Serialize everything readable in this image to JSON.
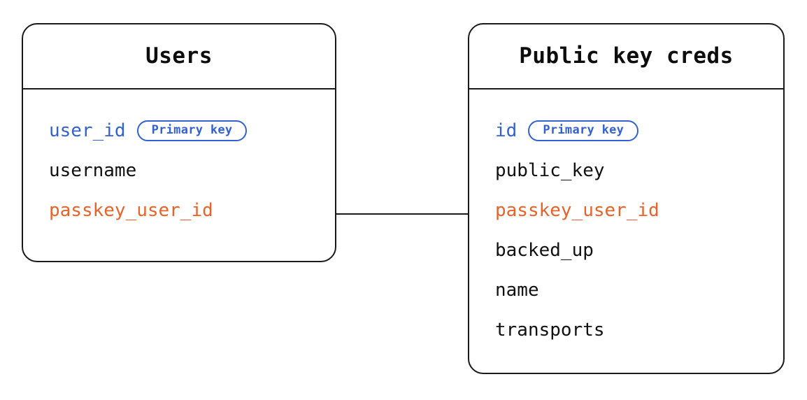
{
  "diagram": {
    "type": "entity-relationship",
    "background_color": "#ffffff",
    "colors": {
      "primary_key": "#3361d1",
      "foreign_key": "#e8632a",
      "text": "#111111",
      "border": "#1a1a1a"
    },
    "entities": [
      {
        "id": "users",
        "title": "Users",
        "fields": [
          {
            "name": "user_id",
            "role": "primary-key",
            "badge": "Primary key"
          },
          {
            "name": "username",
            "role": "plain",
            "badge": null
          },
          {
            "name": "passkey_user_id",
            "role": "foreign-key",
            "badge": null
          }
        ]
      },
      {
        "id": "public-key-creds",
        "title": "Public key creds",
        "fields": [
          {
            "name": "id",
            "role": "primary-key",
            "badge": "Primary key"
          },
          {
            "name": "public_key",
            "role": "plain",
            "badge": null
          },
          {
            "name": "passkey_user_id",
            "role": "foreign-key",
            "badge": null
          },
          {
            "name": "backed_up",
            "role": "plain",
            "badge": null
          },
          {
            "name": "name",
            "role": "plain",
            "badge": null
          },
          {
            "name": "transports",
            "role": "plain",
            "badge": null
          }
        ]
      }
    ],
    "relationships": [
      {
        "id": "users-to-public-key-creds",
        "from_entity": "users",
        "from_field": "passkey_user_id",
        "to_entity": "public-key-creds",
        "to_field": "passkey_user_id",
        "style": "solid-line"
      }
    ]
  }
}
